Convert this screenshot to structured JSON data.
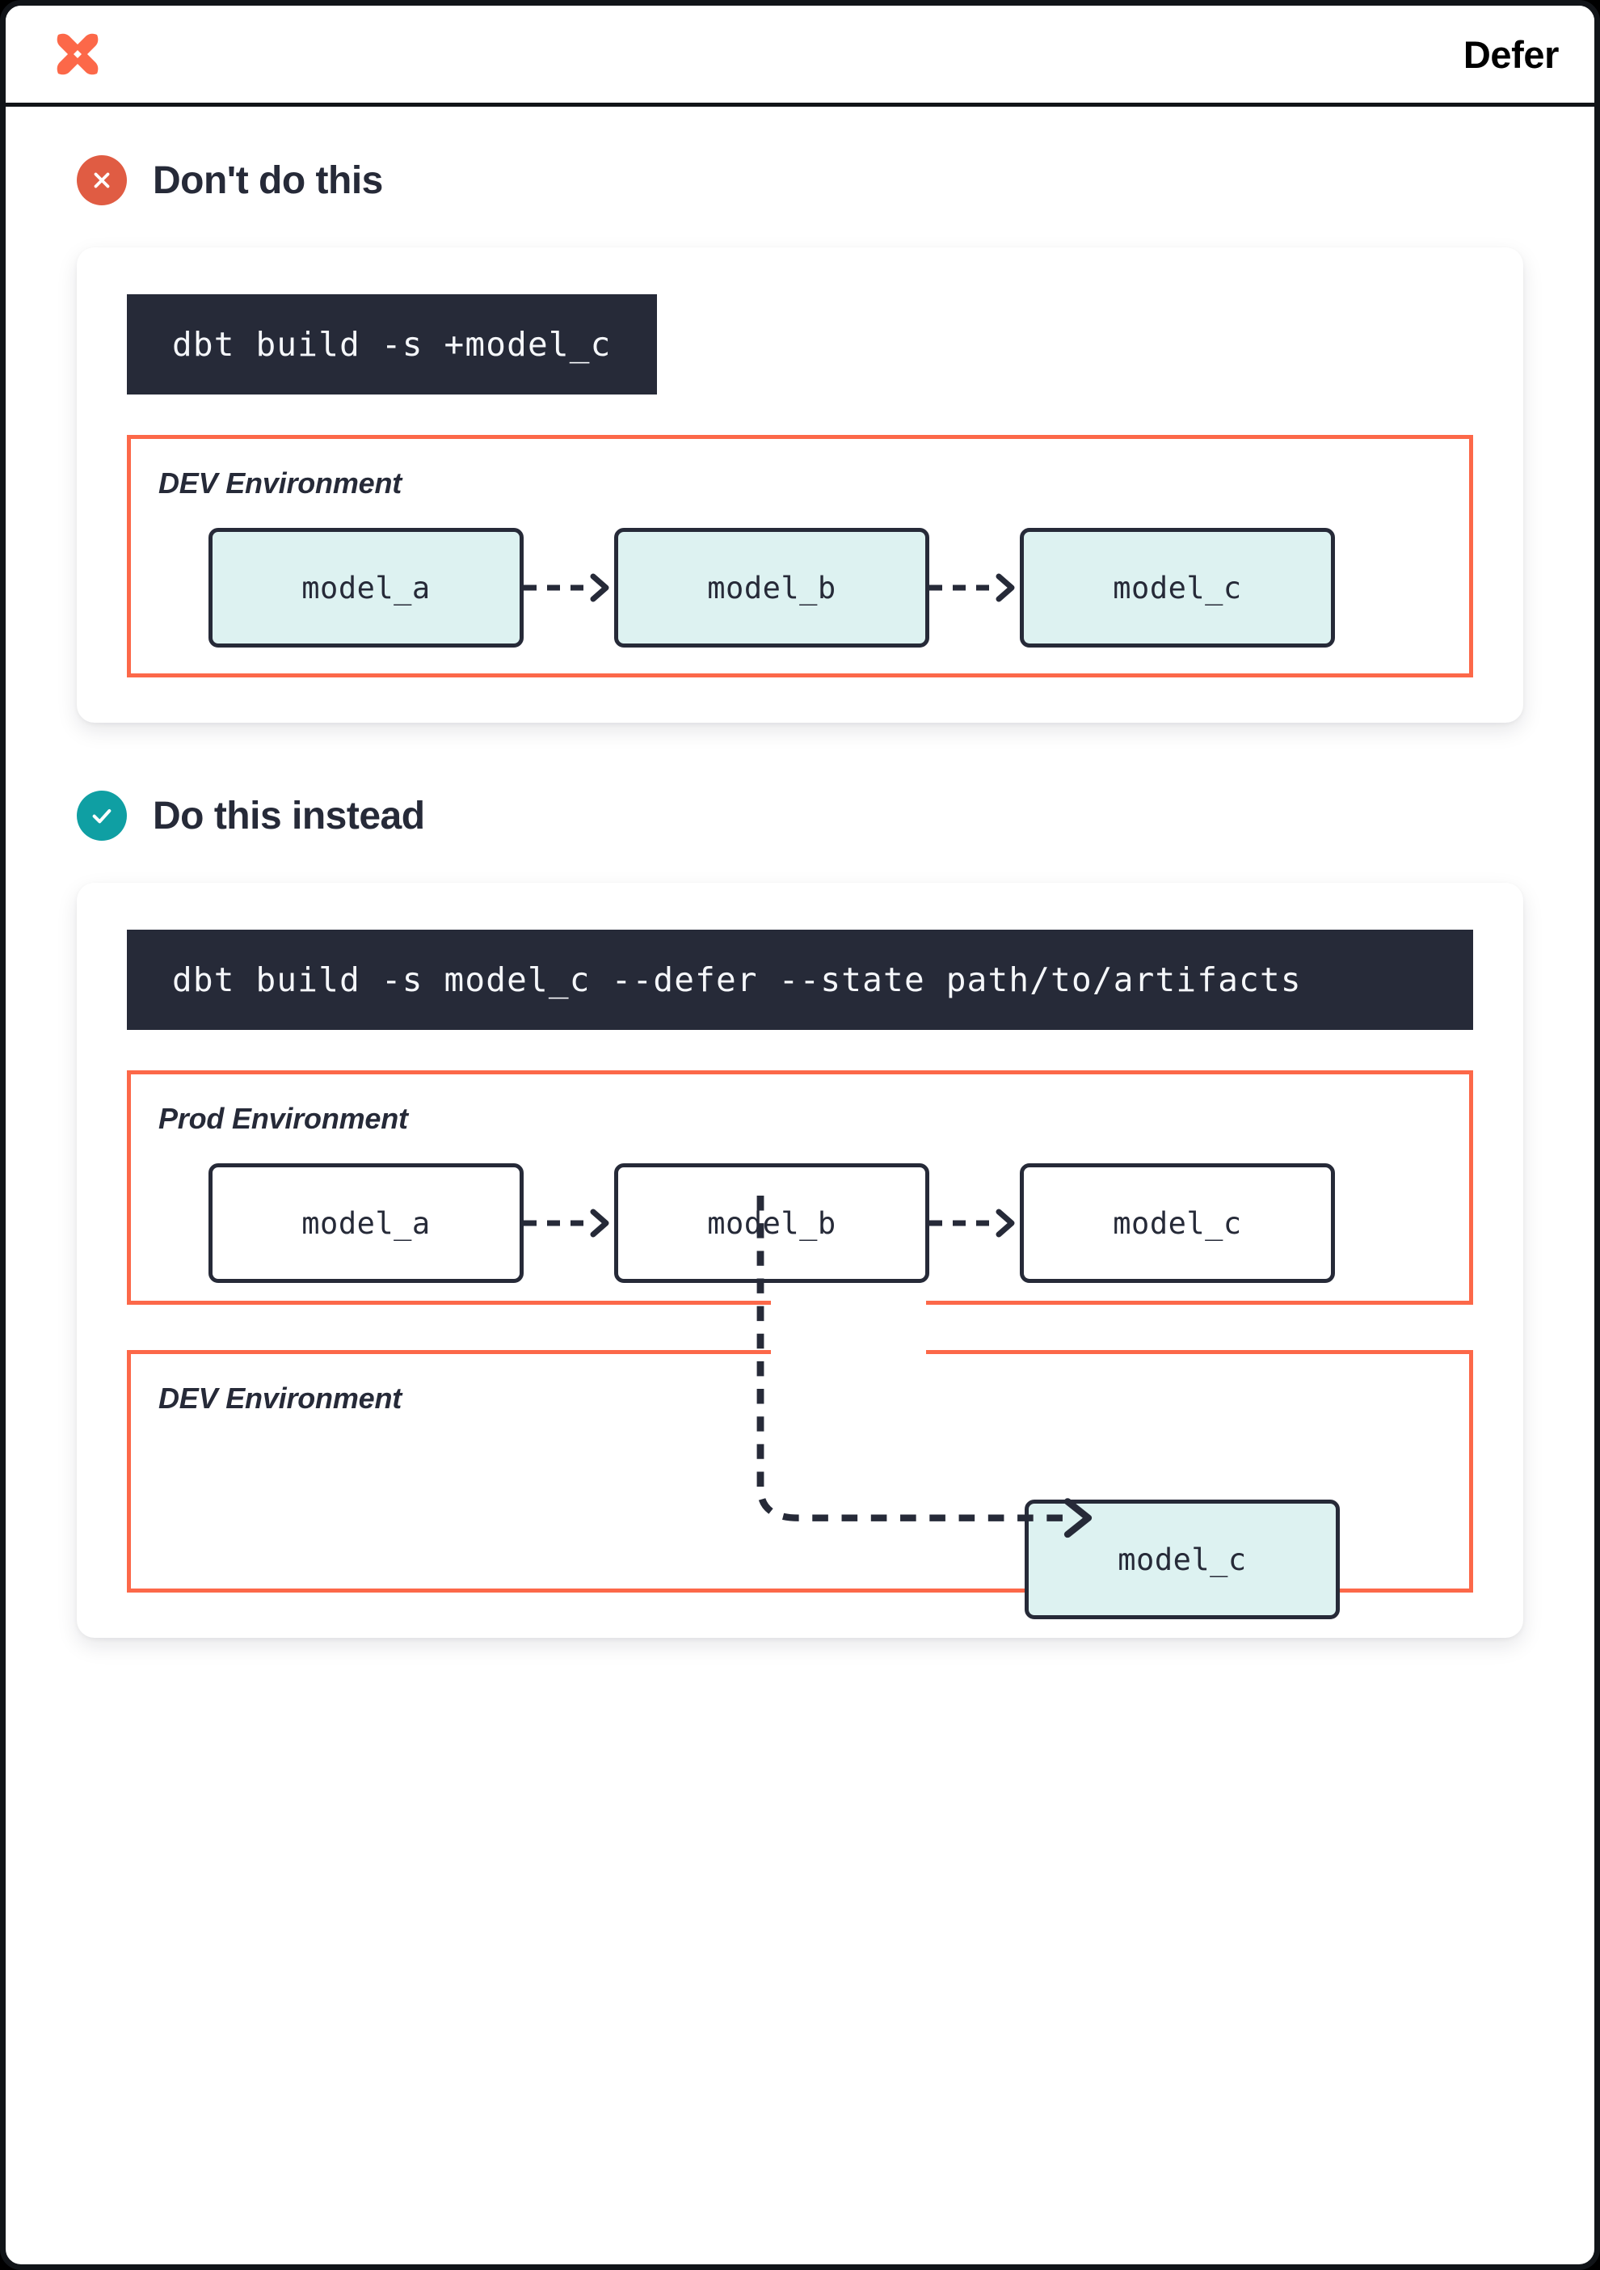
{
  "header": {
    "logo_icon": "dbt-logo-icon",
    "title": "Defer",
    "brand_color": "#fc6849"
  },
  "colors": {
    "accent_orange": "#fc6849",
    "bad_red": "#e05c43",
    "good_teal": "#0f9fa3",
    "ink": "#262a38",
    "dev_fill": "#ddf2f1"
  },
  "sections": [
    {
      "badge_icon": "close-x-icon",
      "badge_kind": "bad",
      "title": "Don't do this",
      "command": "dbt build -s +model_c",
      "environments": [
        {
          "label": "DEV Environment",
          "models": [
            {
              "name": "model_a",
              "style": "dev"
            },
            {
              "name": "model_b",
              "style": "dev"
            },
            {
              "name": "model_c",
              "style": "dev"
            }
          ]
        }
      ]
    },
    {
      "badge_icon": "check-icon",
      "badge_kind": "good",
      "title": "Do this instead",
      "command": "dbt build -s model_c --defer --state path/to/artifacts",
      "environments": [
        {
          "label": "Prod Environment",
          "models": [
            {
              "name": "model_a",
              "style": "prod"
            },
            {
              "name": "model_b",
              "style": "prod"
            },
            {
              "name": "model_c",
              "style": "prod"
            }
          ]
        },
        {
          "label": "DEV Environment",
          "models": [
            {
              "name": "model_c",
              "style": "dev"
            }
          ]
        }
      ]
    }
  ]
}
